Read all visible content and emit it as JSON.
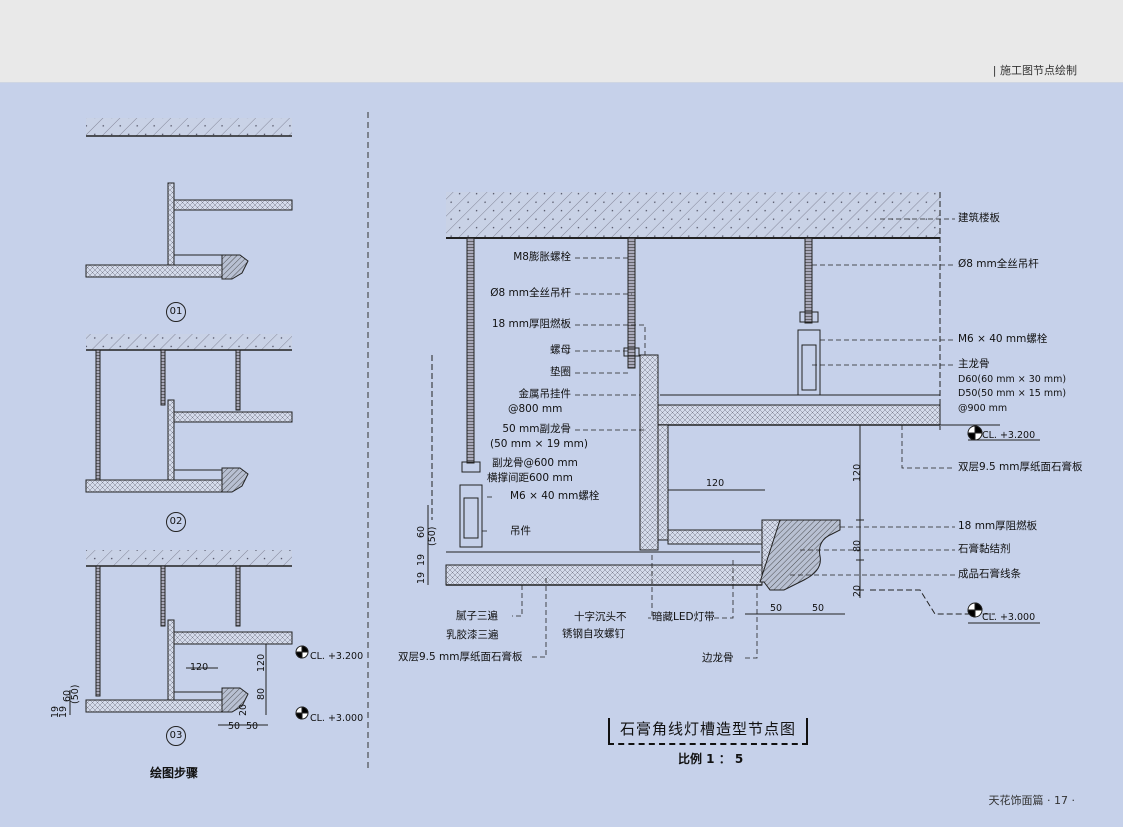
{
  "header": {
    "section": "| 施工图节点绘制"
  },
  "left_panel": {
    "steps": [
      "01",
      "02",
      "03"
    ],
    "title": "绘图步骤",
    "dims": {
      "d120": "120",
      "d80": "80",
      "d20": "20",
      "d50a": "50",
      "d50b": "50",
      "d60": "60",
      "d50p": "(50)",
      "d19a": "19",
      "d19b": "19"
    },
    "cl_upper": "CL. +3.200",
    "cl_lower": "CL. +3.000"
  },
  "main": {
    "labels_left": [
      "M8膨胀螺栓",
      "Ø8 mm全丝吊杆",
      "18 mm厚阻燃板",
      "螺母",
      "垫圈",
      "金属吊挂件",
      "@800 mm",
      "50 mm副龙骨",
      "(50 mm × 19 mm)",
      "副龙骨@600 mm",
      "横撑间距600 mm",
      "M6 × 40 mm螺栓",
      "吊件"
    ],
    "labels_right": [
      "建筑楼板",
      "Ø8 mm全丝吊杆",
      "M6 × 40 mm螺栓",
      "主龙骨",
      "D60(60 mm × 30 mm)",
      "D50(50 mm × 15 mm)",
      "@900 mm",
      "双层9.5 mm厚纸面石膏板",
      "18 mm厚阻燃板",
      "石膏黏结剂",
      "成品石膏线条"
    ],
    "labels_bottom": [
      "腻子三遍",
      "乳胶漆三遍",
      "双层9.5 mm厚纸面石膏板",
      "十字沉头不",
      "锈钢自攻螺钉",
      "暗藏LED灯带",
      "边龙骨"
    ],
    "cl_upper": "CL. +3.200",
    "cl_lower": "CL. +3.000",
    "dims": {
      "v120": "120",
      "v80": "80",
      "v20": "20",
      "h120": "120",
      "h50a": "50",
      "h50b": "50",
      "l60": "60",
      "l50": "(50)",
      "l19a": "19",
      "l19b": "19"
    },
    "caption": "石膏角线灯槽造型节点图",
    "scale": "比例 1 ： 5"
  },
  "footer": {
    "page": "天花饰面篇 · 17 ·"
  }
}
